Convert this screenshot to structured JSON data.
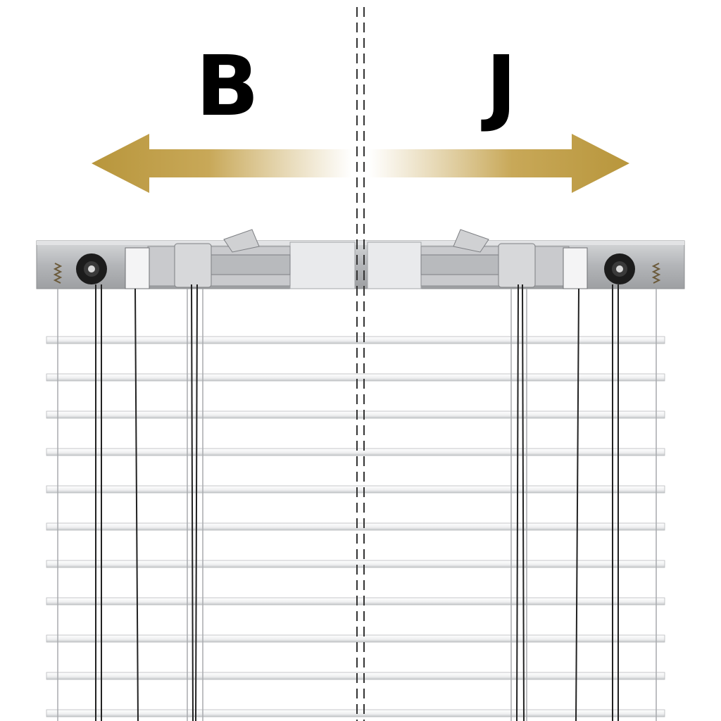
{
  "labels": {
    "left": "B",
    "right": "J"
  },
  "colors": {
    "arrow_gold": "#b8963c",
    "rail": "#bfc0c2",
    "rail_dark": "#8d8f92",
    "slat": "#f1f2f3",
    "slat_edge": "#b7b9bc",
    "cord": "#222222",
    "ladder": "#a8aaae",
    "divider": "#333333"
  },
  "icons": {
    "left_arrow": "arrow-left-icon",
    "right_arrow": "arrow-right-icon",
    "spool": "cord-spool-icon",
    "spring": "spring-icon"
  },
  "blind": {
    "slat_count": 11
  }
}
